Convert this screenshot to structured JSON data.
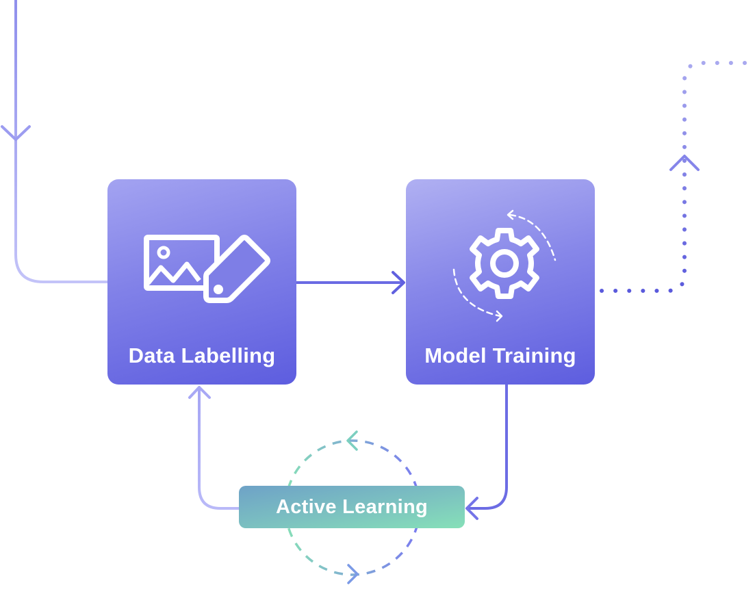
{
  "diagram": {
    "title": "",
    "nodes": [
      {
        "id": "data-labelling",
        "label": "Data Labelling",
        "icon": "image-tag-icon"
      },
      {
        "id": "model-training",
        "label": "Model Training",
        "icon": "gear-cycle-icon"
      },
      {
        "id": "active-learning",
        "label": "Active Learning",
        "icon": ""
      }
    ],
    "edges": [
      {
        "from": "external-input",
        "to": "data-labelling",
        "style": "solid",
        "arrow": "down"
      },
      {
        "from": "data-labelling",
        "to": "model-training",
        "style": "solid",
        "arrow": "right"
      },
      {
        "from": "model-training",
        "to": "external-output",
        "style": "dotted",
        "arrow": "up"
      },
      {
        "from": "model-training",
        "to": "active-learning",
        "style": "solid",
        "arrow": "left"
      },
      {
        "from": "active-learning",
        "to": "data-labelling",
        "style": "solid",
        "arrow": "up"
      },
      {
        "from": "active-learning",
        "to": "active-learning",
        "style": "dashed-cycle",
        "arrow": "loop"
      }
    ],
    "colors": {
      "primary": "#5d5ddf",
      "primary_light": "#a3a3f1",
      "edge_light": "#b8b8f7",
      "active_start": "#6ea2c7",
      "active_end": "#86e0b8",
      "text": "#ffffff"
    }
  }
}
